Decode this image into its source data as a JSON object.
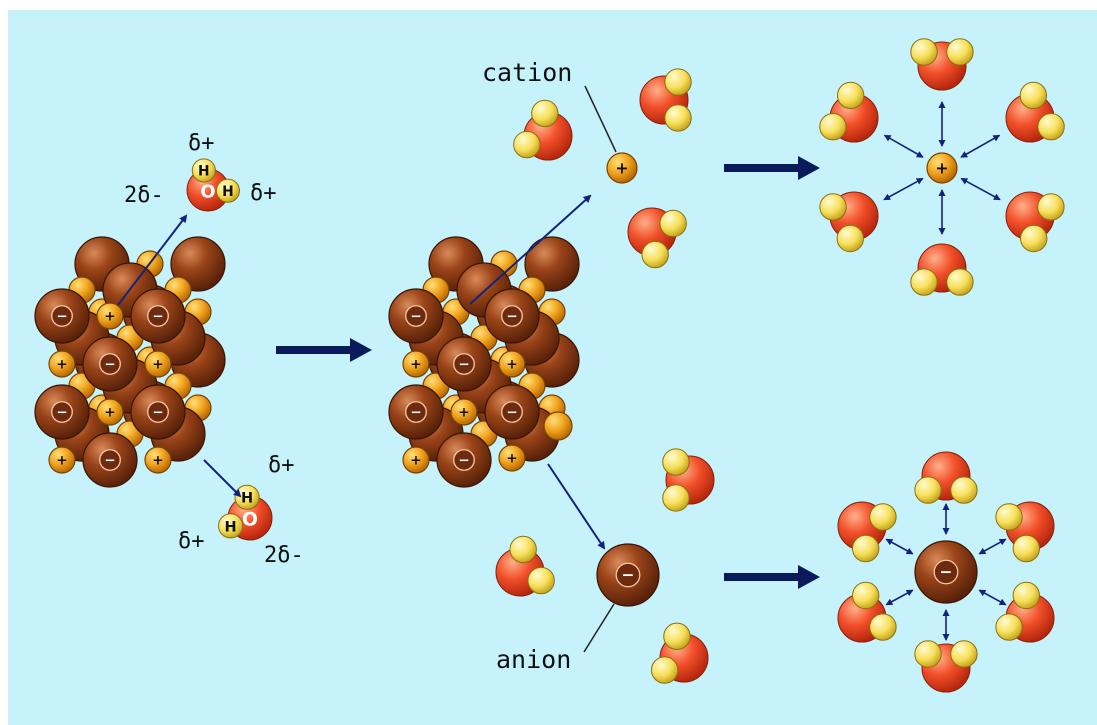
{
  "labels": {
    "cation": "cation",
    "anion": "anion",
    "delta_plus": "δ+",
    "delta_minus_two": "2δ-",
    "hydrogen": "H",
    "oxygen": "O",
    "plus": "+",
    "minus": "−"
  },
  "colors": {
    "background": "#c6f2fb",
    "anion_ball": "#8a3a14",
    "cation_ball": "#f0a21c",
    "oxygen_ball": "#f2502a",
    "hydrogen_ball": "#f7df5a",
    "arrow": "#0b1a5a"
  }
}
